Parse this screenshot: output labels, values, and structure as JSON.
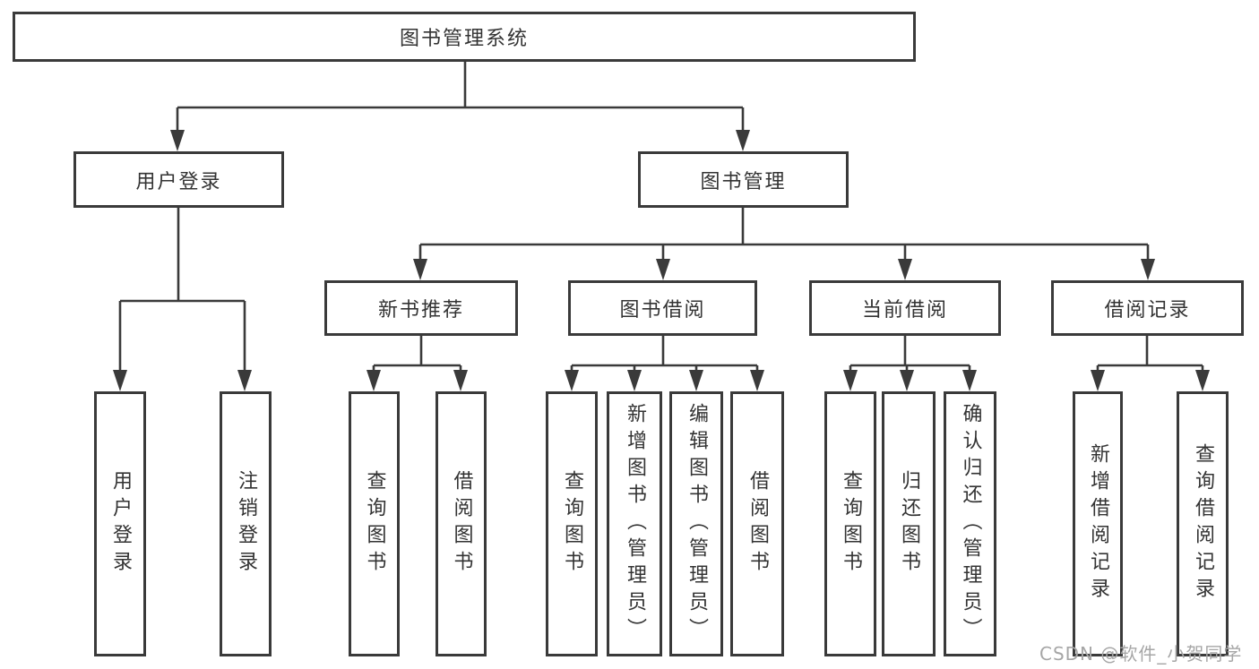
{
  "diagram": {
    "title": "图书管理系统",
    "root": {
      "label": "图书管理系统"
    },
    "level2": [
      {
        "label": "用户登录"
      },
      {
        "label": "图书管理"
      }
    ],
    "level3": [
      {
        "label": "新书推荐",
        "parent": "图书管理"
      },
      {
        "label": "图书借阅",
        "parent": "图书管理"
      },
      {
        "label": "当前借阅",
        "parent": "图书管理"
      },
      {
        "label": "借阅记录",
        "parent": "图书管理"
      }
    ],
    "leaves": [
      {
        "label": "用户登录",
        "parent": "用户登录"
      },
      {
        "label": "注销登录",
        "parent": "用户登录"
      },
      {
        "label": "查询图书",
        "parent": "新书推荐"
      },
      {
        "label": "借阅图书",
        "parent": "新书推荐"
      },
      {
        "label": "查询图书",
        "parent": "图书借阅"
      },
      {
        "label": "新增图书（管理员）",
        "parent": "图书借阅"
      },
      {
        "label": "编辑图书（管理员）",
        "parent": "图书借阅"
      },
      {
        "label": "借阅图书",
        "parent": "图书借阅"
      },
      {
        "label": "查询图书",
        "parent": "当前借阅"
      },
      {
        "label": "归还图书",
        "parent": "当前借阅"
      },
      {
        "label": "确认归还（管理员）",
        "parent": "当前借阅"
      },
      {
        "label": "新增借阅记录",
        "parent": "借阅记录"
      },
      {
        "label": "查询借阅记录",
        "parent": "借阅记录"
      }
    ],
    "colors": {
      "line": "#3a3a3a",
      "border": "#3a3a3a",
      "text": "#333333",
      "background": "#ffffff",
      "watermark": "#a6a6a6"
    }
  },
  "watermark": {
    "text": "CSDN @软件_小贺同学"
  }
}
